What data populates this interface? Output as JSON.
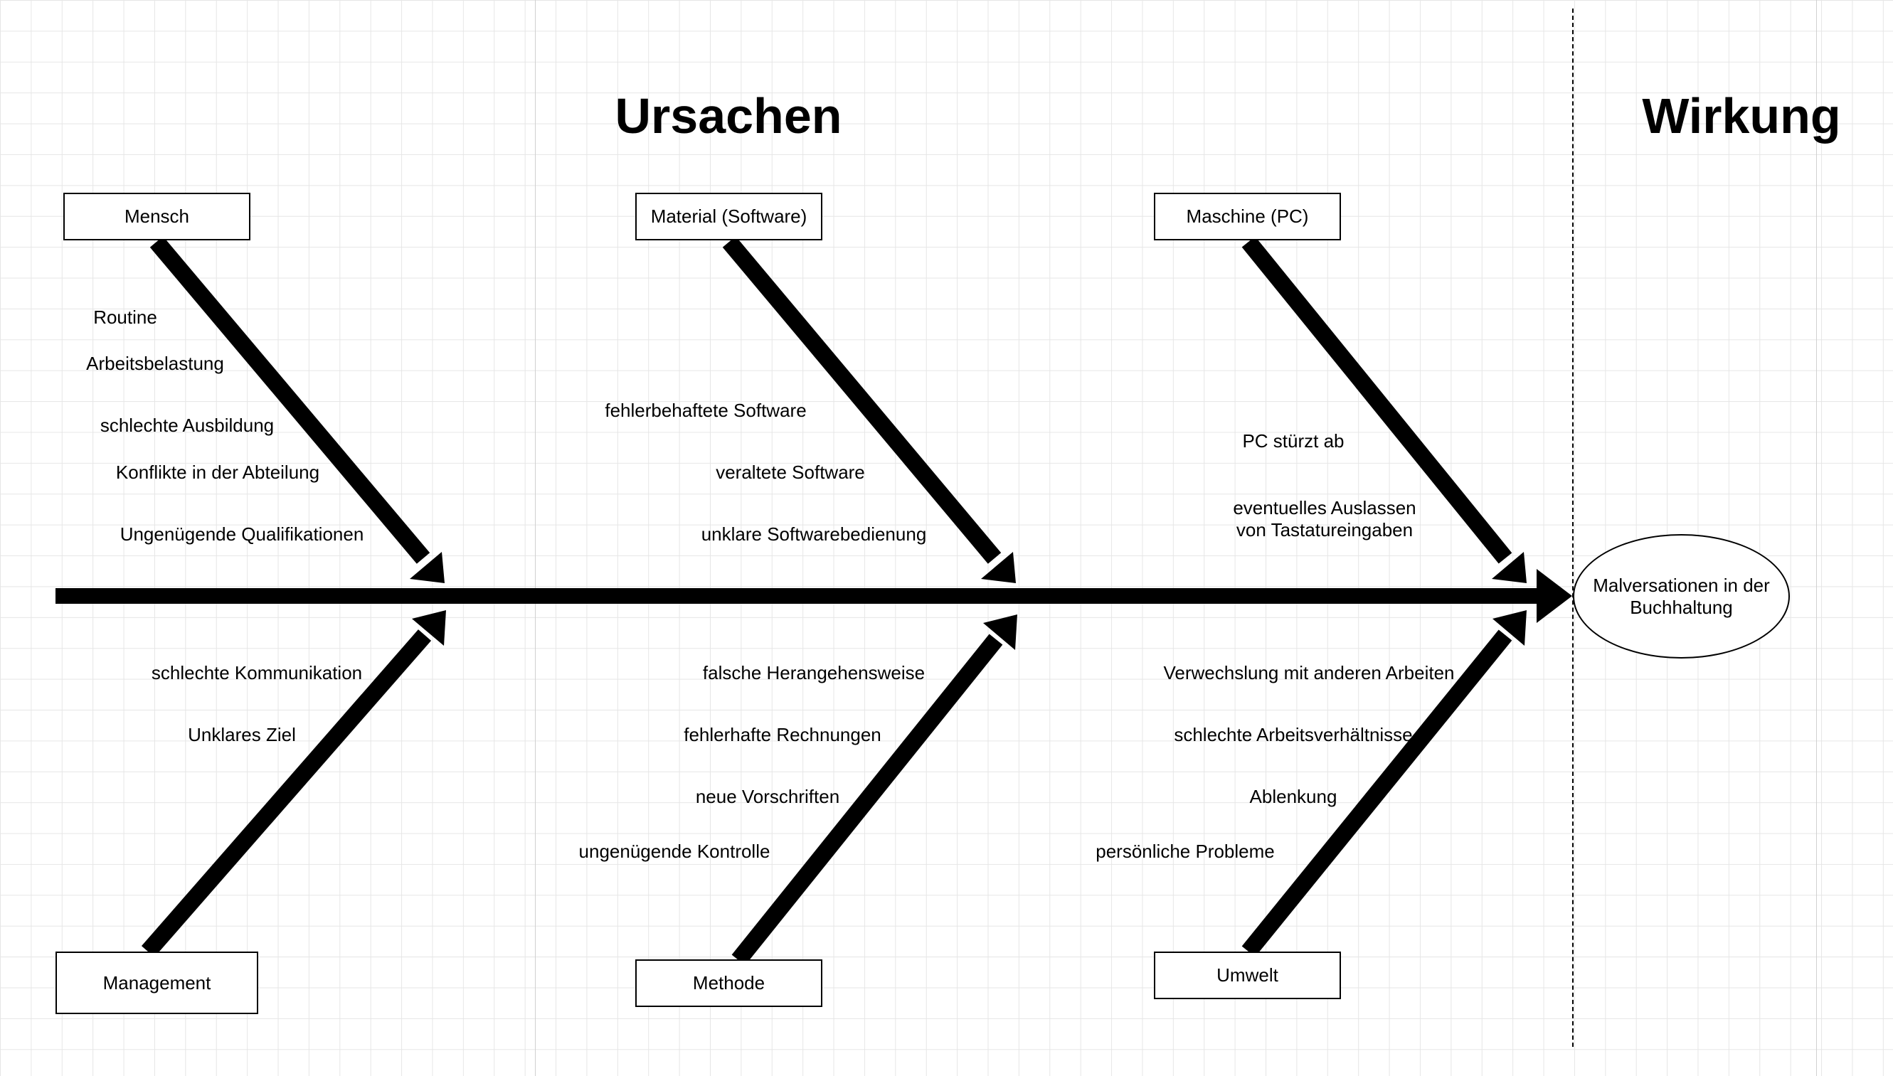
{
  "headings": {
    "causes": "Ursachen",
    "effect": "Wirkung"
  },
  "effect": {
    "line1": "Malversationen in der",
    "line2": "Buchhaltung"
  },
  "categories": {
    "mensch": "Mensch",
    "material": "Material (Software)",
    "maschine": "Maschine (PC)",
    "management": "Management",
    "methode": "Methode",
    "umwelt": "Umwelt"
  },
  "causes": {
    "mensch": [
      "Routine",
      "Arbeitsbelastung",
      "schlechte Ausbildung",
      "Konflikte in der Abteilung",
      "Ungenügende Qualifikationen"
    ],
    "material": [
      "fehlerbehaftete Software",
      "veraltete Software",
      "unklare Softwarebedienung"
    ],
    "maschine": [
      "PC stürzt ab",
      "eventuelles Auslassen",
      "von Tastatureingaben"
    ],
    "management": [
      "schlechte Kommunikation",
      "Unklares Ziel"
    ],
    "methode": [
      "falsche Herangehensweise",
      "fehlerhafte Rechnungen",
      "neue Vorschriften",
      "ungenügende Kontrolle"
    ],
    "umwelt": [
      "Verwechslung mit anderen Arbeiten",
      "schlechte Arbeitsverhältnisse",
      "Ablenkung",
      "persönliche Probleme"
    ]
  }
}
